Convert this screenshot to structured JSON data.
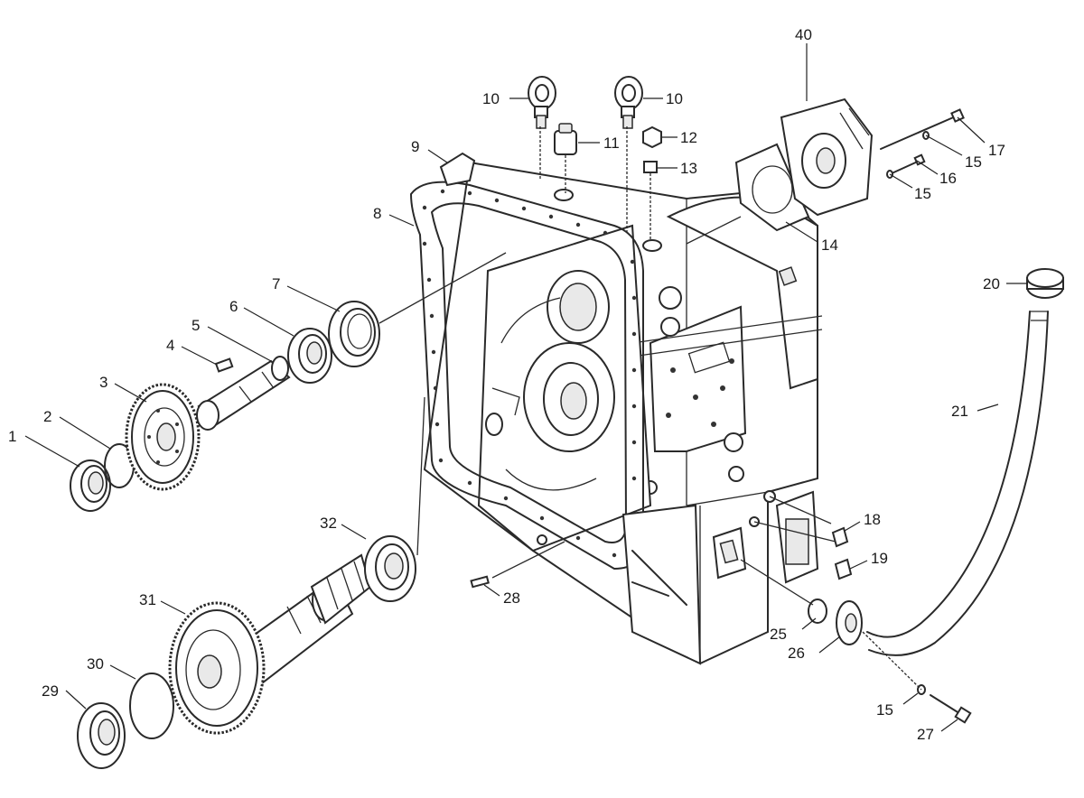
{
  "callouts": [
    {
      "id": "c1",
      "text": "1"
    },
    {
      "id": "c2",
      "text": "2"
    },
    {
      "id": "c3",
      "text": "3"
    },
    {
      "id": "c4",
      "text": "4"
    },
    {
      "id": "c5",
      "text": "5"
    },
    {
      "id": "c6",
      "text": "6"
    },
    {
      "id": "c7",
      "text": "7"
    },
    {
      "id": "c8",
      "text": "8"
    },
    {
      "id": "c9",
      "text": "9"
    },
    {
      "id": "c10a",
      "text": "10"
    },
    {
      "id": "c10b",
      "text": "10"
    },
    {
      "id": "c11",
      "text": "11"
    },
    {
      "id": "c12",
      "text": "12"
    },
    {
      "id": "c13",
      "text": "13"
    },
    {
      "id": "c14",
      "text": "14"
    },
    {
      "id": "c15a",
      "text": "15"
    },
    {
      "id": "c15b",
      "text": "15"
    },
    {
      "id": "c15c",
      "text": "15"
    },
    {
      "id": "c16",
      "text": "16"
    },
    {
      "id": "c17",
      "text": "17"
    },
    {
      "id": "c18",
      "text": "18"
    },
    {
      "id": "c19",
      "text": "19"
    },
    {
      "id": "c20",
      "text": "20"
    },
    {
      "id": "c21",
      "text": "21"
    },
    {
      "id": "c25",
      "text": "25"
    },
    {
      "id": "c26",
      "text": "26"
    },
    {
      "id": "c27",
      "text": "27"
    },
    {
      "id": "c28",
      "text": "28"
    },
    {
      "id": "c29",
      "text": "29"
    },
    {
      "id": "c30",
      "text": "30"
    },
    {
      "id": "c31",
      "text": "31"
    },
    {
      "id": "c32",
      "text": "32"
    },
    {
      "id": "c40",
      "text": "40"
    }
  ]
}
